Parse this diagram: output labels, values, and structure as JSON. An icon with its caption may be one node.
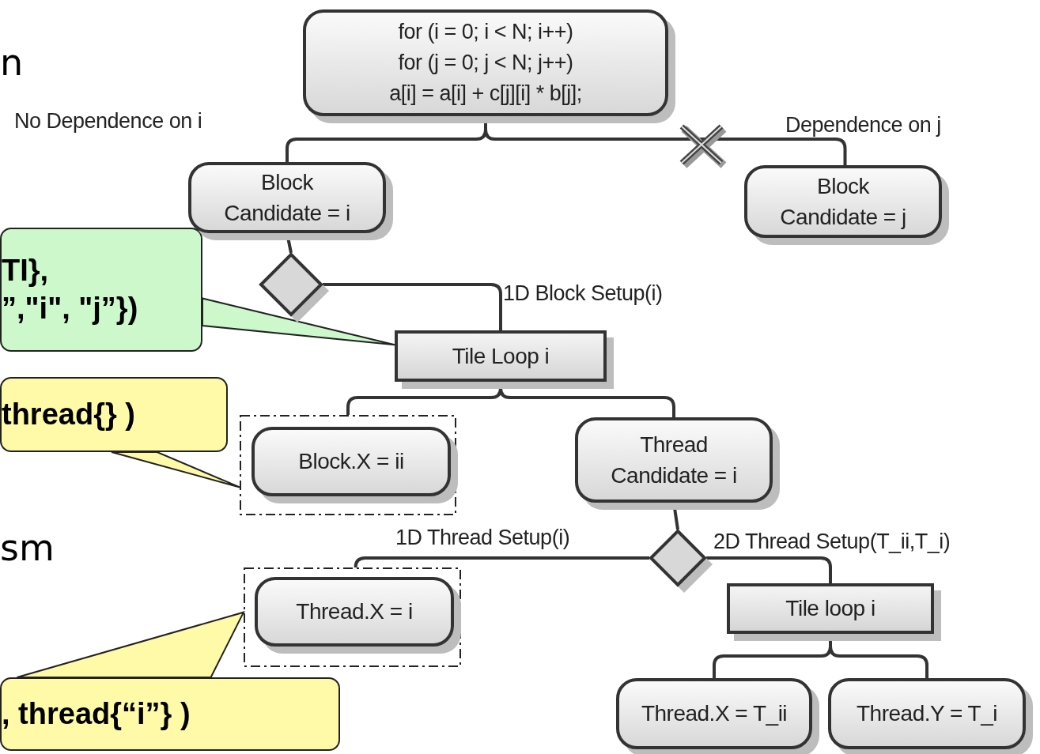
{
  "diagram": {
    "nodes": [
      {
        "text": [
          "for (i = 0; i < N; i++)",
          "for (j = 0; j < N; j++)",
          "a[i] = a[i] + c[j][i] * b[j];"
        ]
      },
      {
        "text": [
          "Block Candidate = i"
        ]
      },
      {
        "text": [
          "Block Candidate = j"
        ]
      },
      {
        "text": [],
        "shape": "diamond"
      },
      {
        "text": [
          "Tile Loop i"
        ]
      },
      {
        "text": [],
        "shape": "box"
      },
      {
        "text": [
          "Block.X = ii"
        ],
        "in": 5
      },
      {
        "text": [
          "Thread Candidate = i"
        ]
      },
      {
        "text": [],
        "shape": "diamond"
      },
      {
        "text": [],
        "shape": "box"
      },
      {
        "text": [
          "Thread.X = i"
        ],
        "in": 9
      },
      {
        "text": [
          "Tile loop i"
        ]
      },
      {
        "text": [
          "Thread.X = T_ii"
        ]
      },
      {
        "text": [
          "Thread.Y = T_i"
        ]
      },
      {
        "text": [
          "TI},",
          "”,\"i\", \"j”})"
        ]
      },
      {
        "text": [
          "thread{} )"
        ]
      },
      {
        "text": [
          ", thread{“i”} )"
        ]
      }
    ],
    "edges": [
      {
        "from": 0,
        "to": 1,
        "arrow": "none",
        "label": "No Dependence on i"
      },
      {
        "from": 0,
        "to": 2,
        "arrow": "none",
        "label": "Dependence on j"
      },
      {
        "from": 1,
        "to": 3,
        "arrow": "none"
      },
      {
        "from": 3,
        "to": 4,
        "arrow": "none",
        "label": "1D Block Setup(i)"
      },
      {
        "from": 4,
        "to": 5,
        "arrow": "none"
      },
      {
        "from": 4,
        "to": 7,
        "arrow": "none"
      },
      {
        "from": 7,
        "to": 8,
        "arrow": "none"
      },
      {
        "from": 8,
        "to": 9,
        "arrow": "none",
        "label": "1D Thread Setup(i)"
      },
      {
        "from": 8,
        "to": 11,
        "arrow": "none",
        "label": "2D Thread Setup(T_ii,T_i)"
      },
      {
        "from": 11,
        "to": 12,
        "arrow": "none"
      },
      {
        "from": 11,
        "to": 13,
        "arrow": "none"
      },
      {
        "from": 14,
        "to": 4,
        "arrow": "none"
      },
      {
        "from": 15,
        "to": 5,
        "arrow": "none"
      },
      {
        "from": 16,
        "to": 9,
        "arrow": "none"
      }
    ],
    "labels": [
      "n",
      "sm"
    ]
  }
}
